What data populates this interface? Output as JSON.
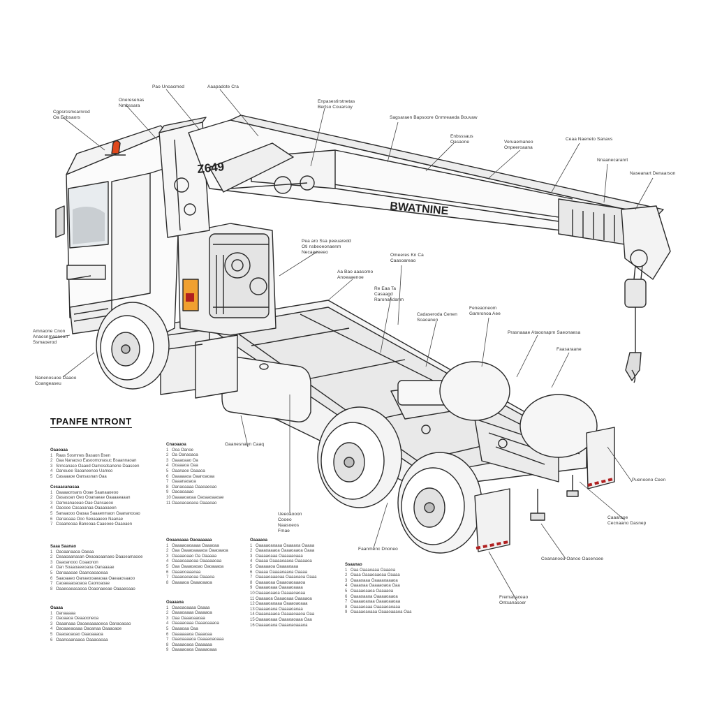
{
  "truck": {
    "cab_model": "Z649",
    "boom_text": "BWATNINE"
  },
  "legend_title": "TPANFE NTRONT",
  "colors": {
    "line": "#2a2a2a",
    "beacon": "#e0481c",
    "warning_stripe": "#b02020",
    "warning_label": "#f0a030"
  },
  "callouts": [
    "Pao Unoacmed",
    "Aaapadote Cra",
    "Oneresenas Nmbssara",
    "Cgpsrcsmcarnrod Oa Enbsaors",
    "Enpasestirstnetas Bertso Couarsoy",
    "Sagsaraen Bapsoore Gnmreaeda Bouvaw",
    "Enbsssaus Oasaone",
    "Veruaemaneo Onpeeroaana",
    "Ceaa Naeneto Sanavs",
    "Nnaanecaranrt",
    "Naseanart Denaarson",
    "Pea aro Ssa peeuaredd Oti nsbeoeonaenm Necaeeeeeo",
    "Aa Bao aaasomo Anoeaaenoe",
    "Omeeres Kn Ca Caasoareao",
    "Re Eaa Ta Casaagd Raronandanm",
    "Cadaseroda Cenen Soaoanen",
    "Feneaoneom Gamronoa Aee",
    "Prasnaaae Ataoonaprn Saeonaesa",
    "Faasaraane",
    "Amnaone Cnon Anaosnmasaeon Ssmaoerod",
    "Nanenosuoe Daaoo Coangeaseu",
    "Oaanesnaon Caaq",
    "Ueeoaooon Cooeo Naasoeos Fmae",
    "Faanmenc Dnoneo",
    "Puenoono Ceen",
    "Caaaraoe Cecnaano Dasnep",
    "Ceananoou Oanoo Oasenoee",
    "Fremanaceao Ontsanasoer"
  ],
  "legend": [
    {
      "head": "Oaaoaaa",
      "rows": [
        "Raas Sosmnes Basaon Bsen",
        "Oaa Nanaoso Easoomonasuc Bsaannaoan",
        "Snncanaso Oaaod Oamosdsanene Daasoen",
        "Oaneuee Saoaneenoo Uamoo",
        "Casaaaoe Oansasnan Oaa"
      ]
    },
    {
      "head": "Cesaacanasaa",
      "rows": [
        "Oaaaaonsans Ooae Saanaaoeoo",
        "Oasasoan Oeo Ooanaeae Oaaaaeaaan",
        "Oamoanaoeao Oae Oansaeoo",
        "Oaoooe Casaoanaa Oaaaoaeen",
        "Sanaaooo Oaoaa Saaaenmaon Oaananooao",
        "Oanaoaaa Ooo Seoaaaeeo Naanae",
        "Coaaneoaa Baneoaa Caaeoee Oaaoaen"
      ]
    },
    {
      "head": "Saaa Saanao",
      "rows": [
        "Oaoaanaaoa Oaeaa",
        "Ceaaoaanasan Oeaoaoaanaeo Daaseamaooe",
        "Oaaoanooo Coaaonon",
        "Oan Soaaoaeeoaoa Oanaaaae",
        "Oanaaaoae Oaanoaoaoeaa",
        "Saaoaaeo Oanaeooaeaoaa Oaeaaosaaoo",
        "Caoaeaaoaoaoa Caonoaoae",
        "Oaaeoaeasaooa Ooaonaeeae Oaaaeoaao"
      ]
    },
    {
      "head": "Oaaaa",
      "rows": [
        "Oanaaaaa",
        "Oaoaaoa Oeaaooneoa",
        "Oaaanaaa Oaoaeaaaaoeoa Oanaoaoao",
        "Oaoaaeaoaaa Oaoanaa Oaaaoaoe",
        "Oaaoaoaoao Oaaoaaaoa",
        "Oaanoaanaaoa Oaaaoaoaa"
      ]
    },
    {
      "head": "Cnaoaaoa",
      "rows": [
        "Ooa Oanoe",
        "Oa Oanaoaoa",
        "Oaaaoaao Oa",
        "Ooaaaoa Oaa",
        "Oaanaoe Oaaaoa",
        "Oaaaaaoa Oaanoaoaa",
        "Oaaanaoaoa",
        "Oanaoaaaa Oaaoaeoao",
        "Oaoaoaaao",
        "Oaaaaoaoaa Oaoaaoaaoae",
        "Oaaoaoaoaoa Oaaaoao"
      ]
    },
    {
      "head": "Ooaaoaaaa Oaoaaaaaa",
      "rows": [
        "Oaaaaoaoaaaa Oaaaoaa",
        "Oaa Oaaaoaaaaoa Oaaoaaoa",
        "Oaaaaoaao Oa Oaaaaa",
        "Oaaaoaaaoaa Oaaaaaoaa",
        "Oaa Oaaaoaoao Oaoaaaoa",
        "Oaaaooaaaoaa",
        "Oaaaoaoaoaa Oaaaoa",
        "Oaaaaoa Oaaaoaaoa"
      ]
    },
    {
      "head": "Oaaaaoa",
      "rows": [
        "Oaaoaoaaaa Oaaaa",
        "Oaaaoaaaa Oaaaaoa",
        "Oaa Oaaaoaaoaa",
        "Oaaaaoaaa Oaaaoaaaoa",
        "Oaaaoaa Oaa",
        "Oaaaaaaoa Oaaaoaa",
        "Oaaoaaaaoa Oaaaaoaoaaa",
        "Oaaaaoaoa Oaaaaaa",
        "Oaaaaoaoa Oaaaaoaaa"
      ]
    },
    {
      "head": "Oaaaaoa",
      "rows": [
        "Oaaaaoaoaaa Oaaaaoa Oaaaa",
        "Oaaaoaaaoa Oaaaoaaoa Oaaa",
        "Oaaaaoaaa Oaaaaaoaaa",
        "Oaaaa Oaaaaoaaoa Oaaaaoa",
        "Oaaaaaoa Oaaaaoaaa",
        "Oaaaa Oaaaaoaaoa Oaaaa",
        "Oaaaaoaaaoaa Oaaaoaoa Oaaa",
        "Oaaaaoaa Oaaaoaoaaaoa",
        "Oaaaaoaaa Oaaaaoaaaa",
        "Oaaaaoaaoa Oaaaaoaoaa",
        "Oaaaaoa Oaaaoaaa Oaaaaoa",
        "Oaaaaoaoaaa Oaaaoaoaaa",
        "Oaaaaoaoa Oaaaaoaoaa",
        "Oaaaoaaaoa Oaaaaoaaoa Oaa",
        "Oaaaaoaaa Oaaaoaoaaa Oaa",
        "Oaaaaoaoa Oaaaoaoaaaoa"
      ]
    },
    {
      "head": "Ssaanao",
      "rows": [
        "Oaa Oaaaoaaa Oaaaoa",
        "Oaaa Oaaaoaaoaa Oaaaa",
        "Oaaaoaaa Oaaaaoaaaoa",
        "Oaaaoaa Oaaaaoaoa Oaa",
        "Oaaaaoaaoa Oaaaaoa",
        "Oaaaoaaoa Oaaaaoaaoa",
        "Oaaaaoaoaa Oaaaoaaoaa",
        "Oaaaaoaaa Oaaaaoaoaaa",
        "Oaaaaoaoaaa Oaaaoaaaoa Oaa"
      ]
    }
  ]
}
